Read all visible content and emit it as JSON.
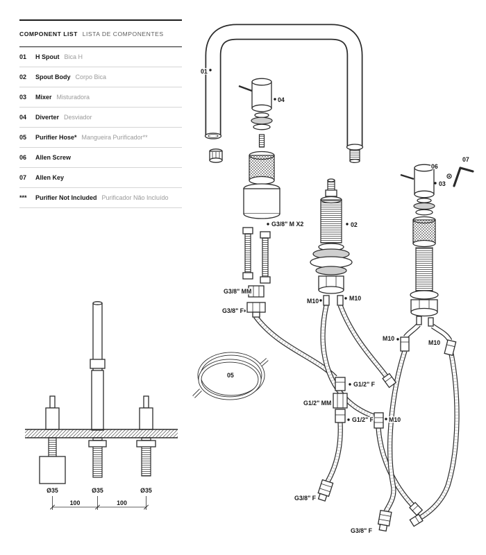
{
  "component_list": {
    "title_en": "COMPONENT LIST",
    "title_pt": "LISTA DE COMPONENTES",
    "items": [
      {
        "num": "01",
        "en": "H Spout",
        "pt": "Bica H"
      },
      {
        "num": "02",
        "en": "Spout Body",
        "pt": "Corpo Bica"
      },
      {
        "num": "03",
        "en": "Mixer",
        "pt": "Misturadora"
      },
      {
        "num": "04",
        "en": "Diverter",
        "pt": "Desviador"
      },
      {
        "num": "05",
        "en": "Purifier Hose*",
        "pt": "Mangueira Purificador**"
      },
      {
        "num": "06",
        "en": "Allen Screw",
        "pt": ""
      },
      {
        "num": "07",
        "en": "Allen Key",
        "pt": ""
      },
      {
        "num": "***",
        "en": "Purifier Not Included",
        "pt": "Purificador Não Incluído"
      }
    ]
  },
  "diagram": {
    "part_labels": {
      "p01": "01",
      "p02": "02",
      "p03": "03",
      "p04": "04",
      "p05": "05",
      "p06": "06",
      "p07": "07"
    },
    "fittings": {
      "g38mx2": "G3/8\" M X2",
      "g38mm": "G3/8\" MM",
      "g38f": "G3/8\" F",
      "g12f": "G1/2\" F",
      "g12mm": "G1/2\" MM",
      "m10": "M10"
    }
  },
  "installation": {
    "hole_diameter": "Ø35",
    "spacing": "100"
  },
  "colors": {
    "line": "#2b2b2b",
    "muted_text": "#9a9a9a"
  }
}
